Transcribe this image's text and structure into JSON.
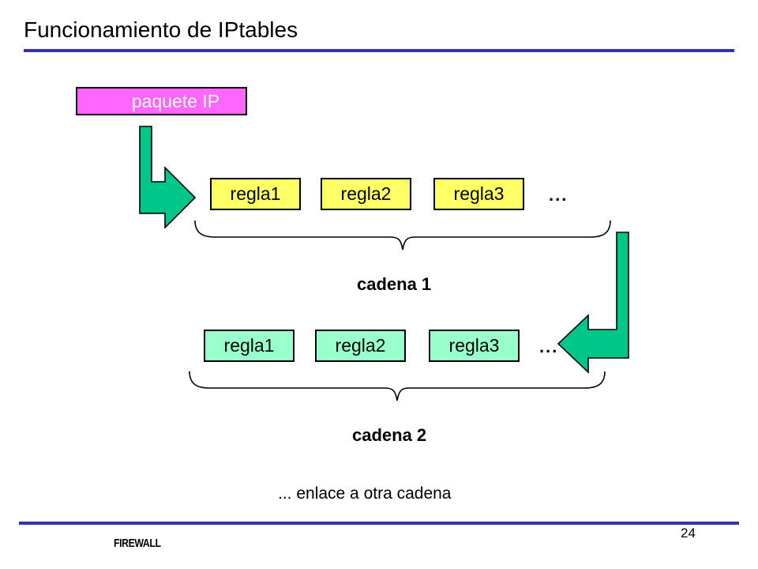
{
  "slide": {
    "title": "Funcionamiento de IPtables",
    "accent_color": "#3333AA"
  },
  "packet": {
    "label": "paquete IP",
    "fill_color": "#FF66FF",
    "text_color": "#FFFFFF"
  },
  "chains": [
    {
      "name": "cadena 1",
      "box_fill": "#FFFF66",
      "rules": [
        "regla1",
        "regla2",
        "regla3"
      ],
      "more": "..."
    },
    {
      "name": "cadena 2",
      "box_fill": "#99FFCC",
      "rules": [
        "regla1",
        "regla2",
        "regla3"
      ],
      "more": "..."
    }
  ],
  "arrows": {
    "color": "#00C68A",
    "inbound_name": "packet-to-chain1-arrow",
    "chain_link_name": "chain1-to-chain2-arrow"
  },
  "note": "... enlace a otra cadena",
  "footer": {
    "label": "FIREWALL",
    "page_number": "24"
  }
}
